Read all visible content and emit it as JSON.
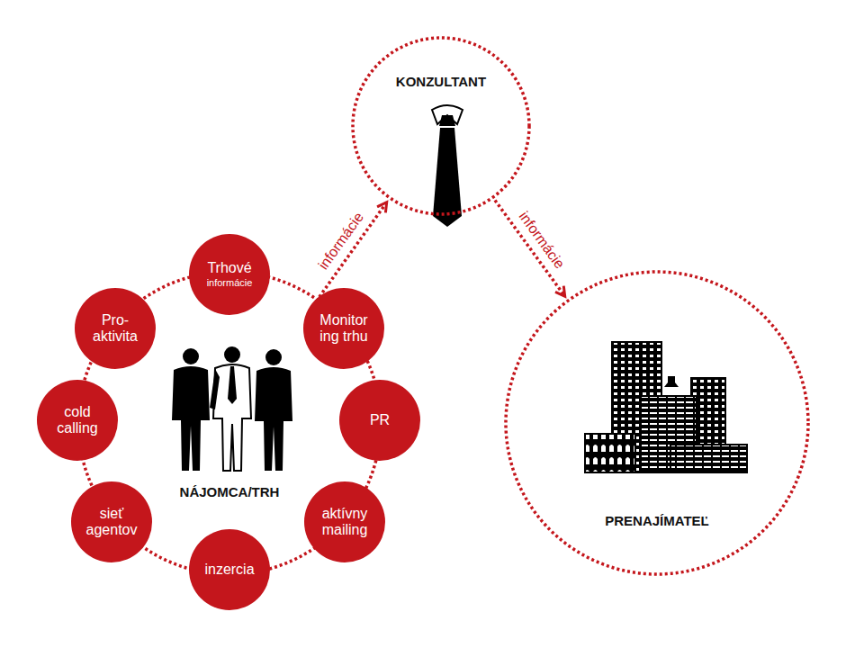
{
  "diagram": {
    "nodes": [
      {
        "text": [
          "KONZULTANT"
        ]
      },
      {
        "text": [
          "NÁJOMCA/TRH"
        ]
      },
      {
        "text": [
          "Trhové",
          "informácie"
        ],
        "in": 1
      },
      {
        "text": [
          "Monitor ing trhu"
        ],
        "in": 1
      },
      {
        "text": [
          "PR"
        ],
        "in": 1
      },
      {
        "text": [
          "aktívny mailing"
        ],
        "in": 1
      },
      {
        "text": [
          "inzercia"
        ],
        "in": 1
      },
      {
        "text": [
          "sieť agentov"
        ],
        "in": 1
      },
      {
        "text": [
          "cold calling"
        ],
        "in": 1
      },
      {
        "text": [
          "Pro- aktivita"
        ],
        "in": 1
      },
      {
        "text": [
          "PRENAJÍMATEĽ"
        ]
      }
    ],
    "edges": [
      {
        "from": 1,
        "to": 0,
        "label": "informácie",
        "arrow": "to"
      },
      {
        "from": 0,
        "to": 10,
        "label": "informácie",
        "arrow": "to"
      }
    ]
  }
}
